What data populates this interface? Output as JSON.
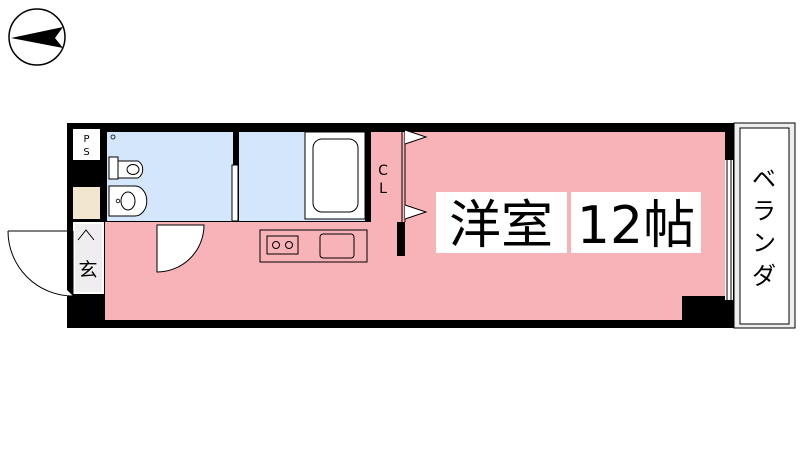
{
  "plan": {
    "main_room": {
      "name": "洋室",
      "size": "12帖"
    },
    "closet": {
      "line1": "C",
      "line2": "L"
    },
    "pipe_space": {
      "line1": "P",
      "line2": "S"
    },
    "entrance": "玄",
    "balcony": {
      "chars": [
        "ベ",
        "ラ",
        "ン",
        "ダ"
      ]
    }
  },
  "colors": {
    "room_pink": "#f8b3b9",
    "wet_blue": "#d3e6fb",
    "entry_beige": "#f3e6cf",
    "balcony_gray": "#eeeeee",
    "wall": "#000000"
  }
}
